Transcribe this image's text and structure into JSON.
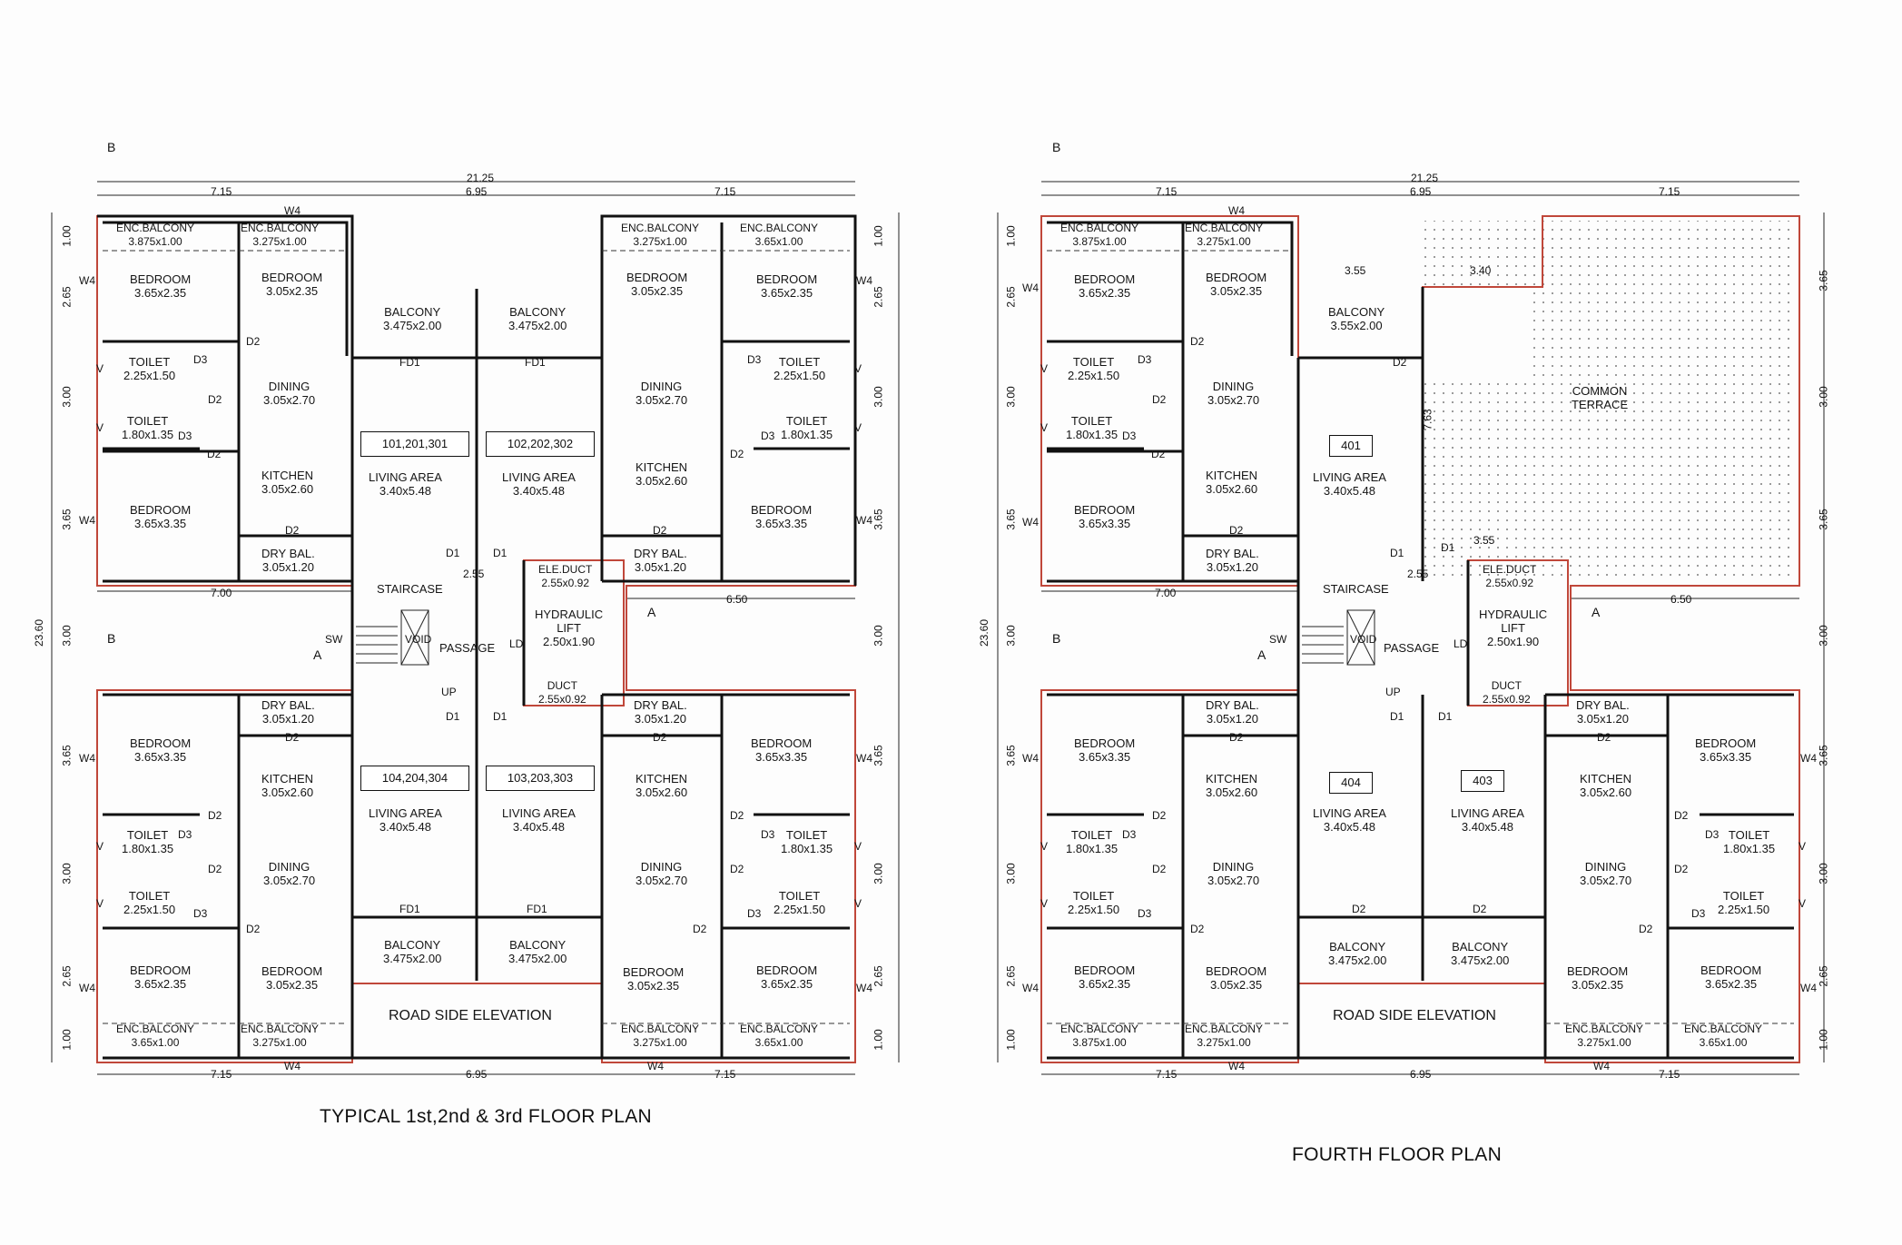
{
  "plans": [
    {
      "title": "TYPICAL 1st,2nd & 3rd FLOOR PLAN",
      "flat_numbers": [
        "101,201,301",
        "102,202,302",
        "104,204,304",
        "103,203,303"
      ],
      "overall": {
        "width": "21.25",
        "depth": "23.60"
      },
      "top_dims": [
        "7.15",
        "6.95",
        "7.15"
      ],
      "bottom_dims": [
        "7.15",
        "6.95",
        "7.15"
      ],
      "left_dims": [
        "1.00",
        "2.65",
        "3.00",
        "3.65",
        "3.00",
        "3.65",
        "3.00",
        "2.65",
        "1.00"
      ],
      "right_dims": [
        "1.00",
        "2.65",
        "3.00",
        "3.65",
        "3.00",
        "3.65",
        "3.00",
        "2.65",
        "1.00"
      ],
      "mid_dims": [
        "7.00",
        "6.50",
        "2.55"
      ],
      "section_marks": [
        "B",
        "B",
        "A",
        "A"
      ],
      "road_side": "ROAD SIDE ELEVATION"
    },
    {
      "title": "FOURTH FLOOR PLAN",
      "flat_numbers": [
        "401",
        "404",
        "403"
      ],
      "overall": {
        "width": "21.25",
        "depth": "23.60"
      },
      "top_dims": [
        "7.15",
        "6.95",
        "7.15"
      ],
      "bottom_dims": [
        "7.15",
        "6.95",
        "7.15"
      ],
      "left_dims": [
        "1.00",
        "2.65",
        "3.00",
        "3.65",
        "3.00",
        "3.65",
        "3.00",
        "2.65",
        "1.00"
      ],
      "right_dims": [
        "3.65",
        "3.00",
        "3.65",
        "3.00",
        "3.65",
        "3.00",
        "2.65",
        "1.00"
      ],
      "mid_dims": [
        "7.00",
        "6.50",
        "2.55",
        "3.55",
        "3.40",
        "3.55",
        "7.63"
      ],
      "section_marks": [
        "B",
        "B",
        "A",
        "A"
      ],
      "road_side": "ROAD SIDE ELEVATION",
      "terrace": [
        "COMMON",
        "TERRACE"
      ]
    }
  ],
  "rooms": {
    "enc_balcony_a": {
      "name": "ENC.BALCONY",
      "size": "3.875x1.00"
    },
    "enc_balcony_b": {
      "name": "ENC.BALCONY",
      "size": "3.275x1.00"
    },
    "enc_balcony_c": {
      "name": "ENC.BALCONY",
      "size": "3.65x1.00"
    },
    "bedroom_a": {
      "name": "BEDROOM",
      "size": "3.65x2.35"
    },
    "bedroom_b": {
      "name": "BEDROOM",
      "size": "3.05x2.35"
    },
    "bedroom_c": {
      "name": "BEDROOM",
      "size": "3.65x3.35"
    },
    "balcony": {
      "name": "BALCONY",
      "size": "3.475x2.00"
    },
    "balcony_4": {
      "name": "BALCONY",
      "size": "3.55x2.00"
    },
    "toilet_a": {
      "name": "TOILET",
      "size": "2.25x1.50"
    },
    "toilet_b": {
      "name": "TOILET",
      "size": "1.80x1.35"
    },
    "dining": {
      "name": "DINING",
      "size": "3.05x2.70"
    },
    "kitchen": {
      "name": "KITCHEN",
      "size": "3.05x2.60"
    },
    "living": {
      "name": "LIVING AREA",
      "size": "3.40x5.48"
    },
    "dry_bal": {
      "name": "DRY BAL.",
      "size": "3.05x1.20"
    },
    "ele_duct": {
      "name": "ELE.DUCT",
      "size": "2.55x0.92"
    },
    "lift": {
      "name": "HYDRAULIC",
      "name2": "LIFT",
      "size": "2.50x1.90"
    },
    "duct": {
      "name": "DUCT",
      "size": "2.55x0.92"
    },
    "staircase": "STAIRCASE",
    "passage": "PASSAGE",
    "void": "VOID",
    "up": "UP",
    "ld": "LD",
    "sw": "SW"
  },
  "tags": {
    "w4": "W4",
    "d2": "D2",
    "d3": "D3",
    "d1": "D1",
    "fd1": "FD1",
    "v": "V"
  }
}
